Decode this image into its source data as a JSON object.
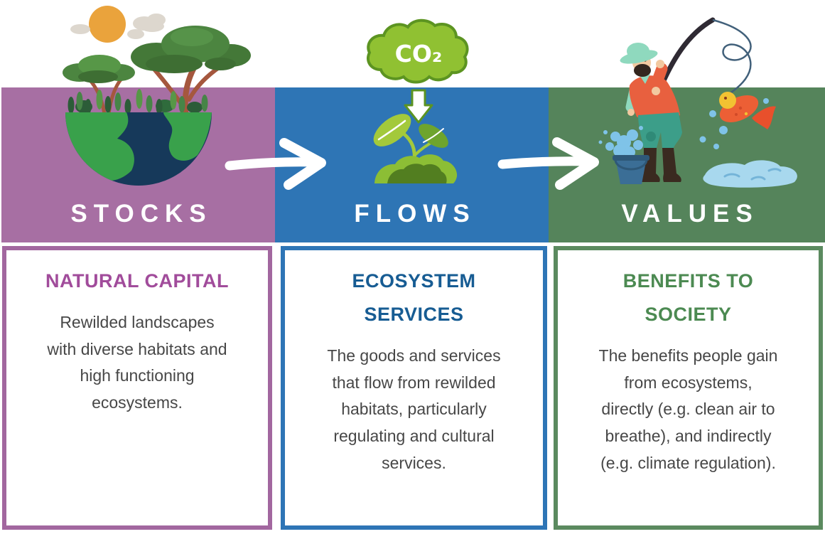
{
  "columns": [
    {
      "title": "STOCKS",
      "subtitle": "NATURAL CAPITAL",
      "body_lines": [
        "Rewilded landscapes",
        "with diverse habitats and",
        "high functioning",
        "ecosystems."
      ],
      "icon": "earth-with-trees-icon",
      "colors": {
        "header": "#A76FA3",
        "border": "#A2679F",
        "subtitle_text": "#A14C9B"
      }
    },
    {
      "title": "FLOWS",
      "subtitle": "ECOSYSTEM SERVICES",
      "body_lines": [
        "The goods and services",
        "that flow from rewilded",
        "habitats, particularly",
        "regulating and cultural",
        "services."
      ],
      "icon": "co2-cloud-seedling-icon",
      "icon_label": "CO₂",
      "colors": {
        "header": "#2E75B5",
        "border": "#2E75B6",
        "subtitle_text": "#175C93"
      }
    },
    {
      "title": "VALUES",
      "subtitle": "BENEFITS TO SOCIETY",
      "body_lines": [
        "The benefits people gain",
        "from ecosystems,",
        "directly (e.g. clean air to",
        "breathe), and indirectly",
        "(e.g. climate regulation)."
      ],
      "icon": "fisherman-catching-fish-icon",
      "colors": {
        "header": "#55845B",
        "border": "#5B8A5F",
        "subtitle_text": "#4C8A52"
      }
    }
  ],
  "connector_icon": "hand-drawn-arrow-right-icon",
  "text_colors": {
    "title": "#FFFFFF",
    "body": "#474747",
    "arrow": "#FFFFFF"
  },
  "illustration_colors": {
    "co2_cloud_fill": "#90C132",
    "co2_cloud_outline": "#5C9421"
  }
}
